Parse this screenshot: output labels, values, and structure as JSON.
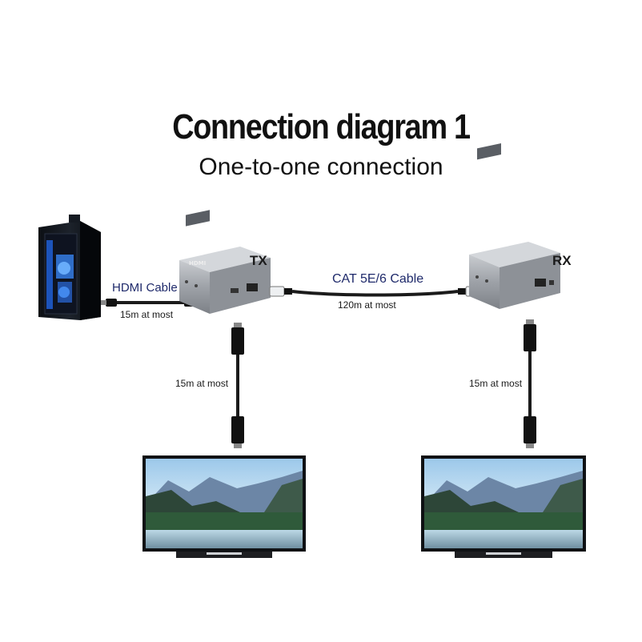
{
  "title": "Connection diagram 1",
  "subtitle": "One-to-one connection",
  "devices": {
    "tx_label": "TX",
    "rx_label": "RX",
    "extender_brand": "HDMI"
  },
  "cables": {
    "hdmi_cable_label": "HDMI Cable",
    "hdmi_source_distance": "15m at most",
    "cat_cable_label": "CAT 5E/6 Cable",
    "cat_distance": "120m at most",
    "tx_display_distance": "15m at most",
    "rx_display_distance": "15m at most"
  },
  "colors": {
    "extender_body": "#9a9ea4",
    "cable": "#1b1b1b",
    "tower_glow": "#2f7bff"
  },
  "icons": [
    "pc-tower-icon",
    "hdmi-extender-icon",
    "monitor-icon",
    "hdmi-plug-icon",
    "rj45-plug-icon"
  ]
}
